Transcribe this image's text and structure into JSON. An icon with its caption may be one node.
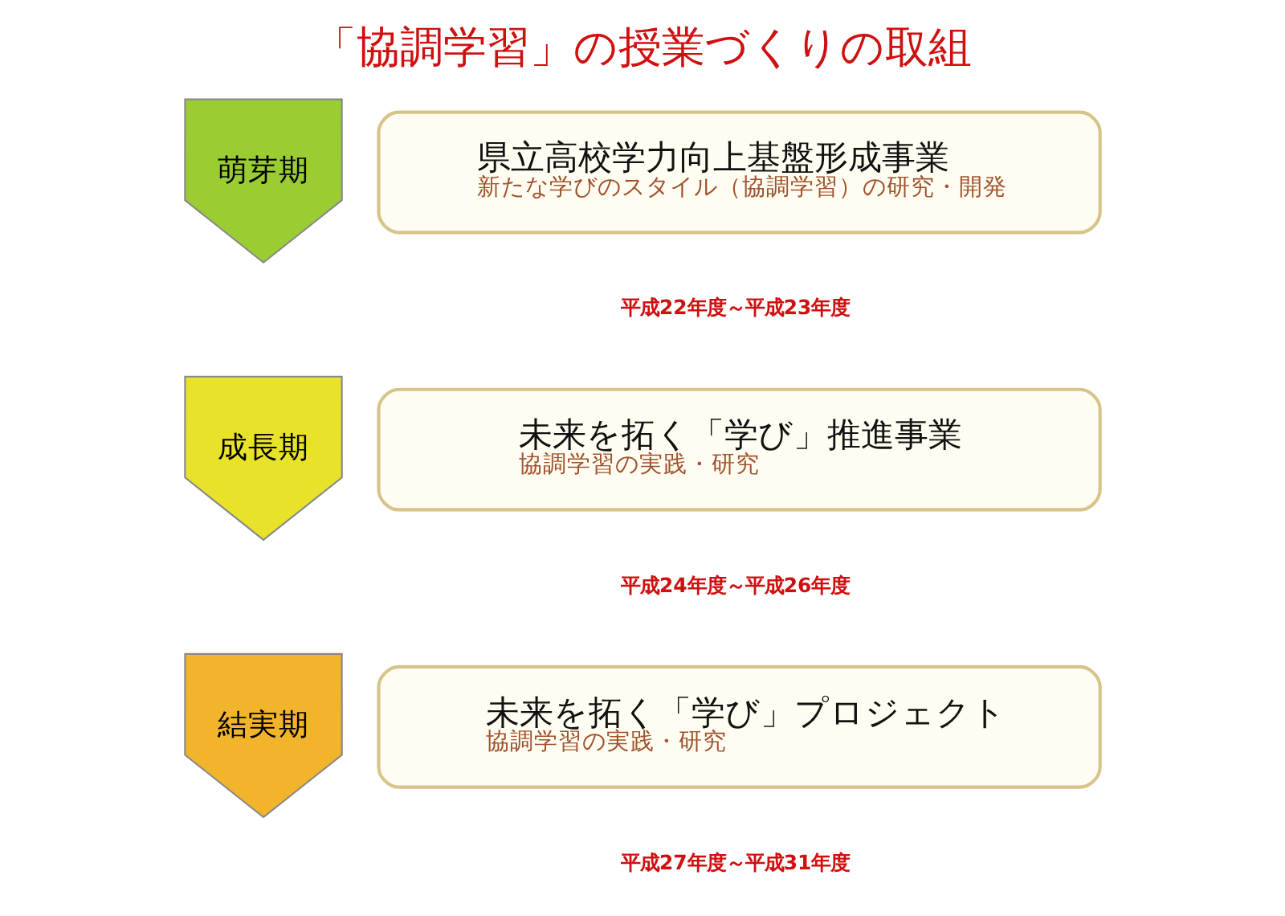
{
  "diagram": {
    "title": "「協調学習」の授業づくりの取組",
    "nodes": [
      {
        "text": [
          "萌芽期"
        ]
      },
      {
        "text": [
          "県立高校学力向上基盤形成事業",
          "新たな学びのスタイル（協調学習）の研究・開発"
        ],
        "beside": [
          "平成22年度～平成23年度"
        ]
      },
      {
        "text": [
          "成長期"
        ]
      },
      {
        "text": [
          "未来を拓く「学び」推進事業",
          "協調学習の実践・研究"
        ],
        "beside": [
          "平成24年度～平成26年度"
        ]
      },
      {
        "text": [
          "結実期"
        ]
      },
      {
        "text": [
          "未来を拓く「学び」プロジェクト",
          "協調学習の実践・研究"
        ],
        "beside": [
          "平成27年度～平成31年度"
        ]
      }
    ]
  }
}
